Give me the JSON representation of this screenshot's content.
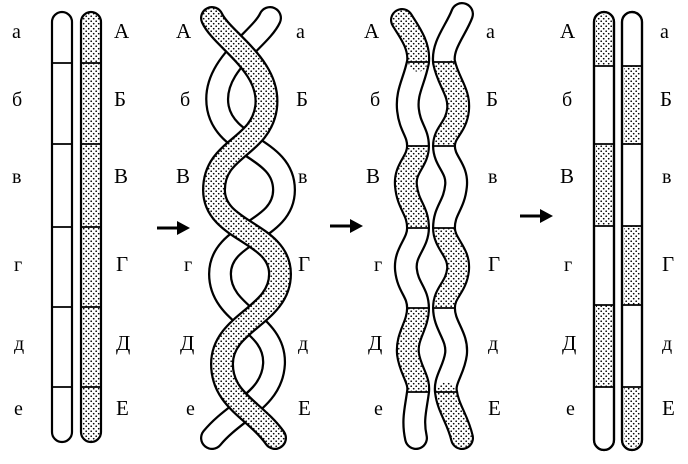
{
  "stages": [
    {
      "id": "stage-1",
      "left_labels": [
        "а",
        "б",
        "в",
        "г",
        "д",
        "е"
      ],
      "right_labels": [
        "А",
        "Б",
        "В",
        "Г",
        "Д",
        "Е"
      ]
    },
    {
      "id": "stage-2",
      "left_labels": [
        "А",
        "б",
        "В",
        "г",
        "Д",
        "е"
      ],
      "right_labels": [
        "а",
        "Б",
        "в",
        "Г",
        "д",
        "Е"
      ]
    },
    {
      "id": "stage-3",
      "left_labels": [
        "А",
        "б",
        "В",
        "г",
        "Д",
        "е"
      ],
      "right_labels": [
        "а",
        "Б",
        "в",
        "Г",
        "д",
        "Е"
      ]
    },
    {
      "id": "stage-4",
      "left_labels": [
        "А",
        "б",
        "В",
        "г",
        "Д",
        "е"
      ],
      "right_labels": [
        "а",
        "Б",
        "в",
        "Г",
        "д",
        "Е"
      ]
    }
  ],
  "arrows": [
    "arrow-1",
    "arrow-2",
    "arrow-3"
  ],
  "colors": {
    "ink": "#000000",
    "paper": "#ffffff",
    "stipple": "#000000"
  }
}
